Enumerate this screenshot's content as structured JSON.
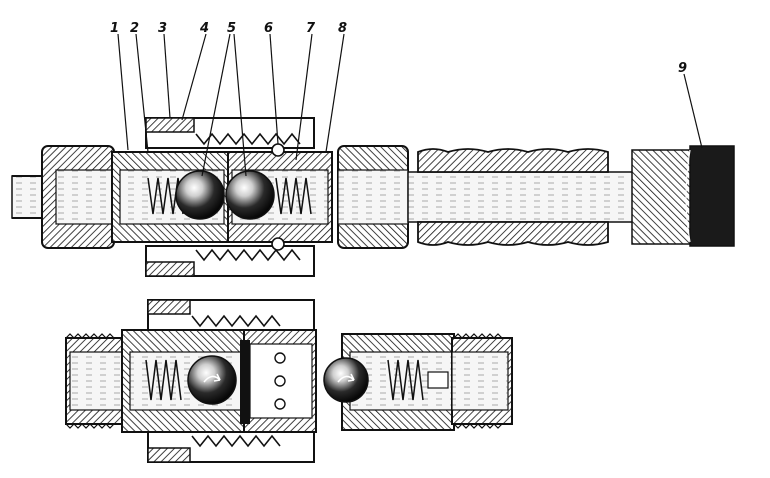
{
  "callouts": [
    {
      "id": "1",
      "label": "1"
    },
    {
      "id": "2",
      "label": "2"
    },
    {
      "id": "3",
      "label": "3"
    },
    {
      "id": "4",
      "label": "4"
    },
    {
      "id": "5",
      "label": "5"
    },
    {
      "id": "6",
      "label": "6"
    },
    {
      "id": "7",
      "label": "7"
    },
    {
      "id": "8",
      "label": "8"
    },
    {
      "id": "9",
      "label": "9"
    }
  ],
  "colors": {
    "ink": "#111111",
    "metal": "#ffffff",
    "fluid": "#f4f4f4",
    "hose": "#1a1a1a"
  }
}
